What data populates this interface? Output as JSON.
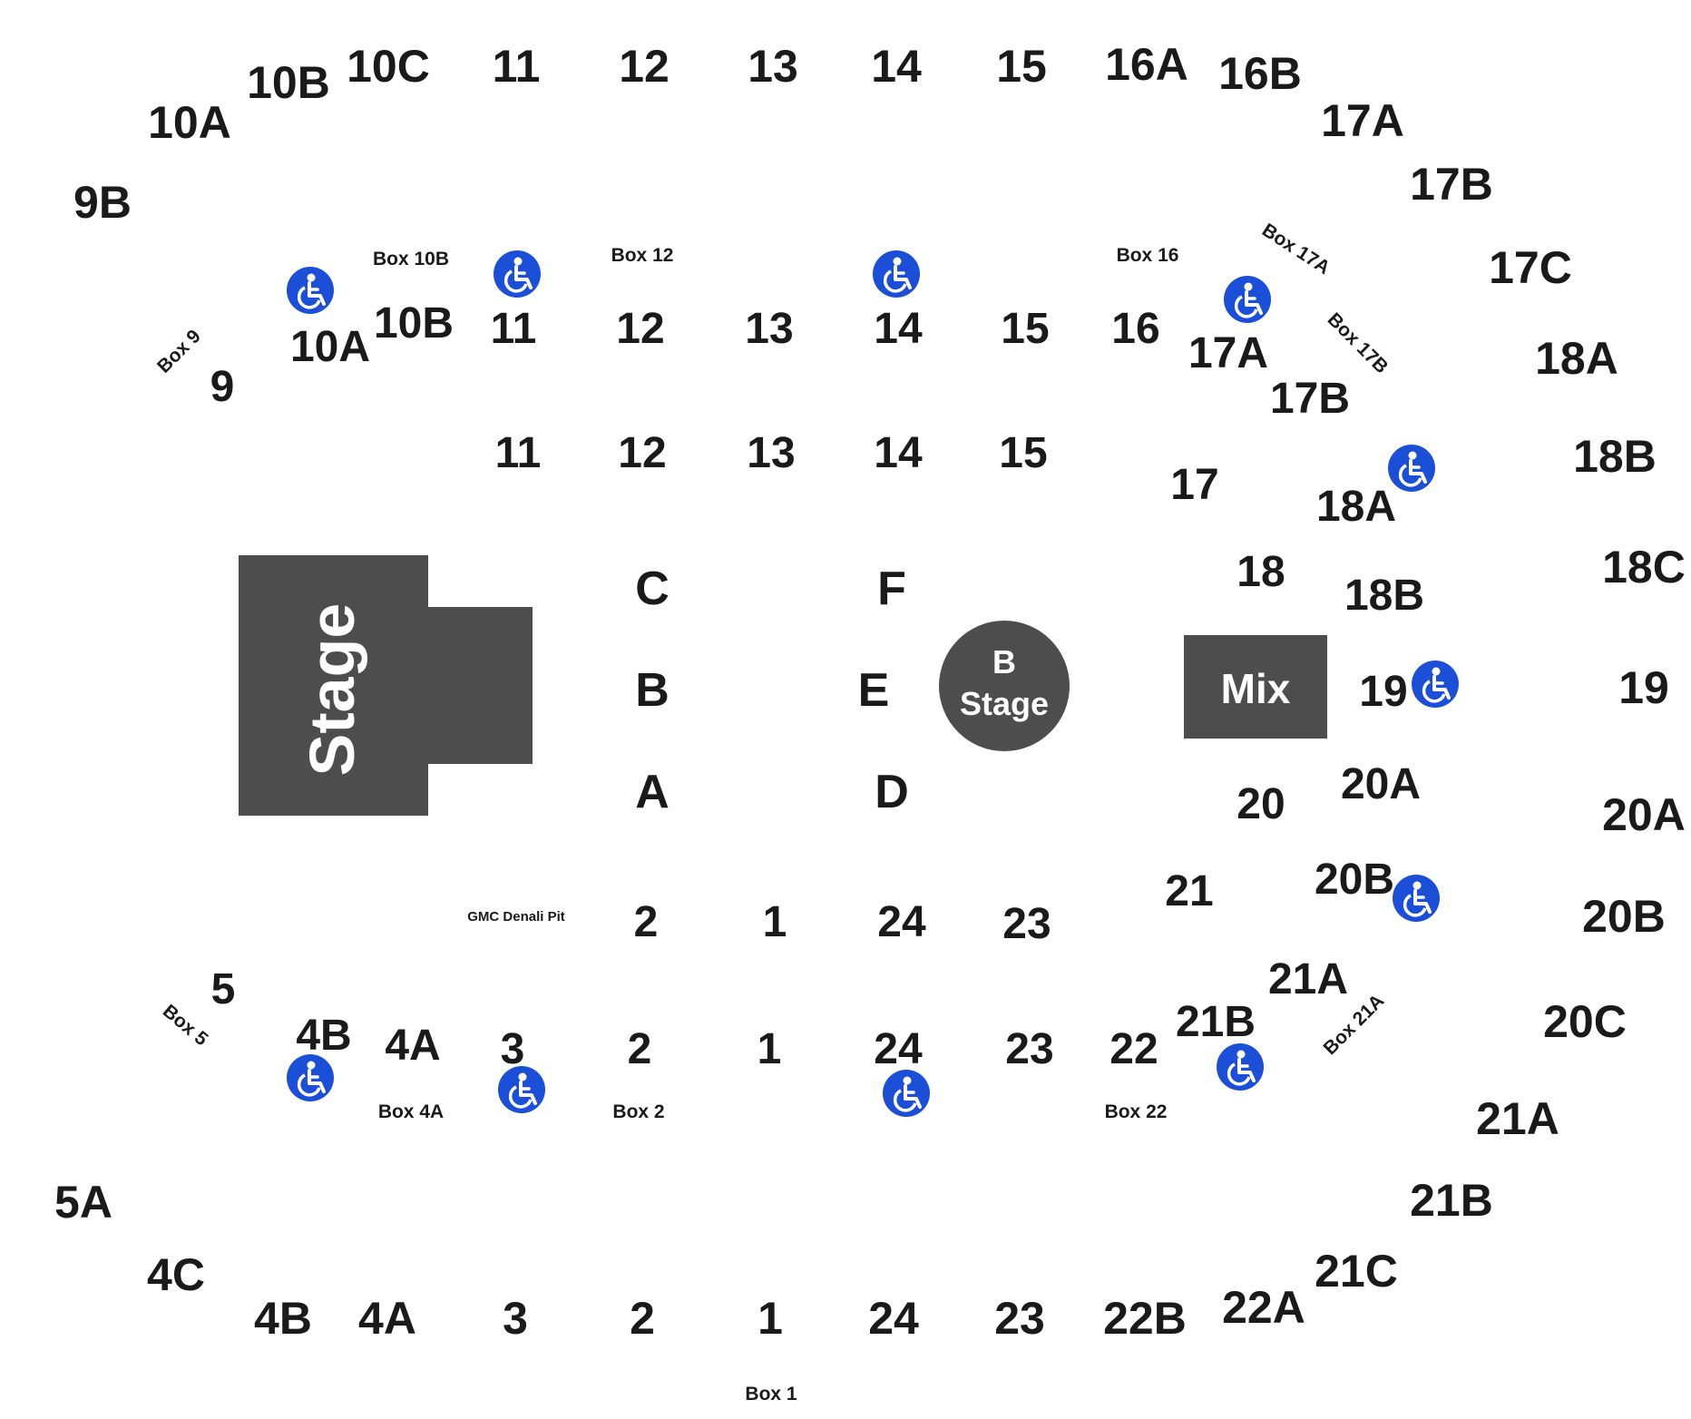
{
  "venue": {
    "main_stage": "Stage",
    "b_stage_line1": "B",
    "b_stage_line2": "Stage",
    "mix": "Mix",
    "pit": "GMC Denali Pit"
  },
  "floor_sections": [
    "A",
    "B",
    "C",
    "D",
    "E",
    "F"
  ],
  "upper_sections": [
    "10C",
    "11",
    "12",
    "13",
    "14",
    "15",
    "16A",
    "16B",
    "10B",
    "10A",
    "9B",
    "17A",
    "17B",
    "17C",
    "18A",
    "18B",
    "18C",
    "19",
    "20A",
    "20B",
    "20C",
    "21A",
    "21B",
    "21C",
    "22A",
    "22B",
    "23",
    "24",
    "1",
    "2",
    "3",
    "4A",
    "4B",
    "4C",
    "5A"
  ],
  "middle_sections": [
    "10A",
    "10B",
    "11",
    "12",
    "13",
    "14",
    "15",
    "16",
    "17A",
    "17B",
    "9",
    "18A",
    "18B",
    "19",
    "20A",
    "20B",
    "21A",
    "21B",
    "22",
    "23",
    "24",
    "1",
    "2",
    "3",
    "4A",
    "4B",
    "5"
  ],
  "lower_sections": [
    "11",
    "12",
    "13",
    "14",
    "15",
    "17",
    "18",
    "20",
    "21",
    "2",
    "1",
    "24",
    "23"
  ],
  "boxes": [
    "Box 10B",
    "Box 12",
    "Box 16",
    "Box 17A",
    "Box 17B",
    "Box 9",
    "Box 5",
    "Box 4A",
    "Box 2",
    "Box 22",
    "Box 21A",
    "Box 1"
  ],
  "colors": {
    "venue_fill": "#4d4d4d",
    "accessible_blue": "#1b4fd8",
    "text": "#1a1a1a"
  },
  "accessible_icon": "wheelchair-icon"
}
